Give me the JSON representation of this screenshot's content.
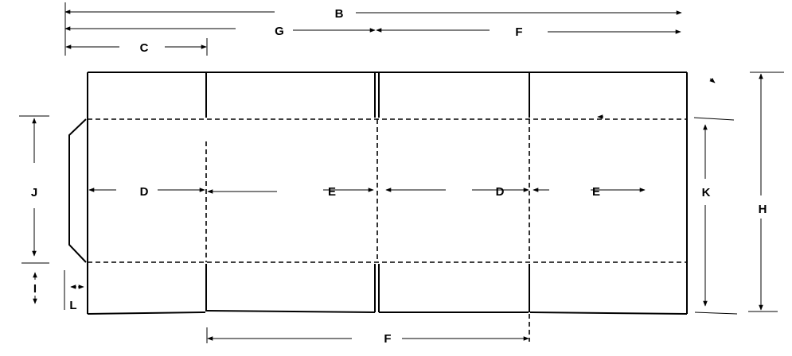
{
  "labels": {
    "B": "B",
    "G": "G",
    "F_top": "F",
    "C": "C",
    "J": "J",
    "I": "I",
    "L": "L",
    "D_left": "D",
    "E_left": "E",
    "D_right": "D",
    "E_right": "E",
    "K": "K",
    "H": "H",
    "F_bottom": "F"
  },
  "colors": {
    "line": "#000000",
    "background": "#ffffff"
  }
}
